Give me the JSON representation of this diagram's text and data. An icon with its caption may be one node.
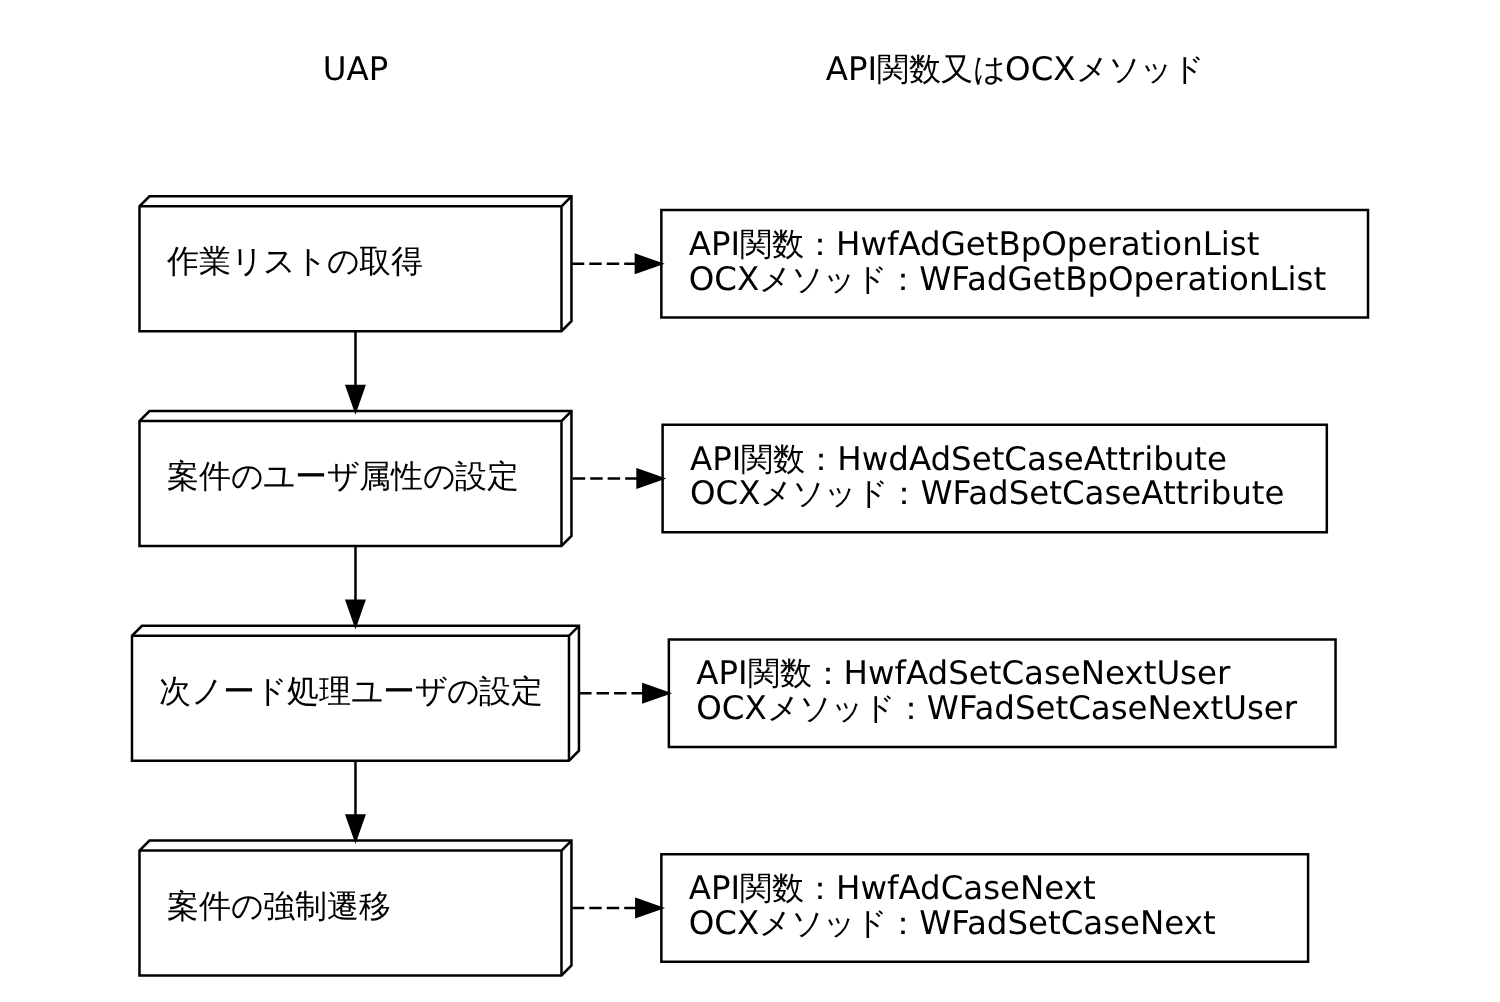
{
  "diagram": {
    "nodes": [
      {
        "text": [
          "作業リストの取得"
        ]
      },
      {
        "text": [
          "API関数：HwfAdGetBpOperationList",
          "OCXメソッド：WFadGetBpOperationList"
        ]
      },
      {
        "text": [
          "案件のユーザ属性の設定"
        ]
      },
      {
        "text": [
          "API関数：HwdAdSetCaseAttribute",
          "OCXメソッド：WFadSetCaseAttribute"
        ]
      },
      {
        "text": [
          "次ノード処理ユーザの設定"
        ]
      },
      {
        "text": [
          "API関数：HwfAdSetCaseNextUser",
          "OCXメソッド：WFadSetCaseNextUser"
        ]
      },
      {
        "text": [
          "案件の強制遷移"
        ]
      },
      {
        "text": [
          "API関数：HwfAdCaseNext",
          "OCXメソッド：WFadSetCaseNext"
        ]
      }
    ],
    "edges": [
      {
        "from": 0,
        "to": 1,
        "arrow": "to",
        "style": "dashed"
      },
      {
        "from": 0,
        "to": 2,
        "arrow": "to"
      },
      {
        "from": 2,
        "to": 3,
        "arrow": "to",
        "style": "dashed"
      },
      {
        "from": 2,
        "to": 4,
        "arrow": "to"
      },
      {
        "from": 4,
        "to": 5,
        "arrow": "to",
        "style": "dashed"
      },
      {
        "from": 4,
        "to": 6,
        "arrow": "to"
      },
      {
        "from": 6,
        "to": 7,
        "arrow": "to",
        "style": "dashed"
      }
    ],
    "labels": [
      "UAP",
      "API関数又はOCXメソッド"
    ]
  }
}
